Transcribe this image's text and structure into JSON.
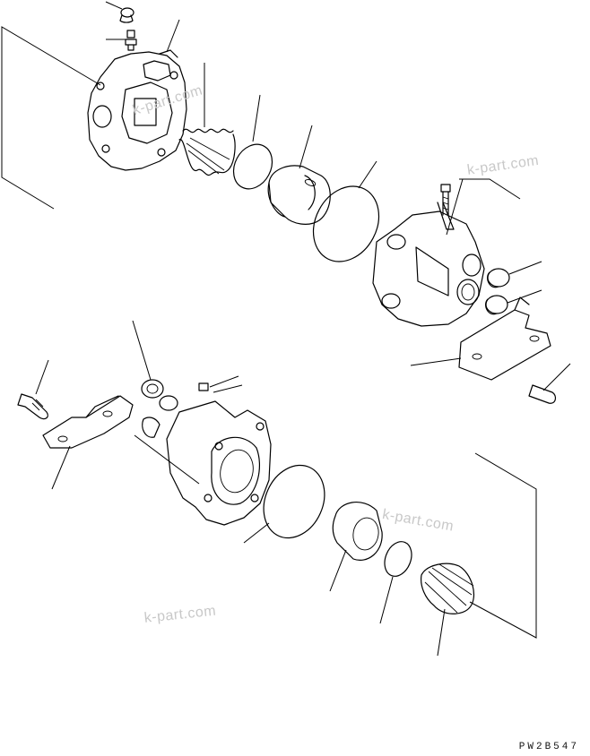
{
  "watermarks": [
    "k-part.com",
    "k-part.com",
    "k-part.com",
    "k-part.com"
  ],
  "drawing_code": "PW2B547"
}
